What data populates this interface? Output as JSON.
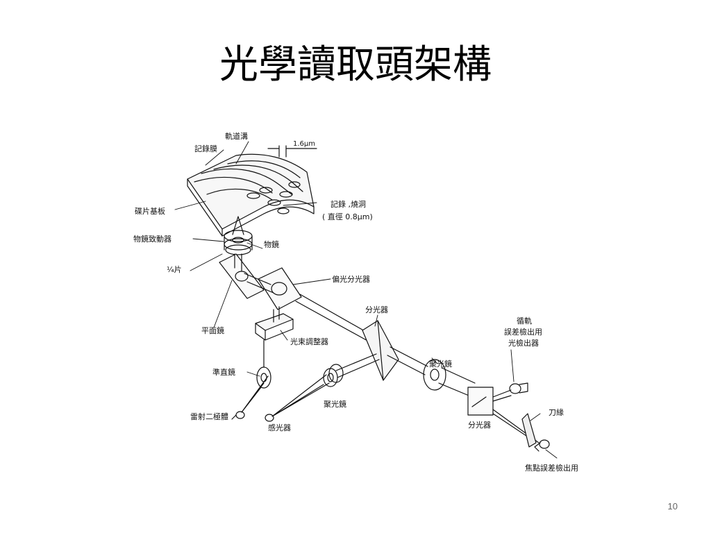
{
  "slide": {
    "title": "光學讀取頭架構",
    "page_number": "10"
  },
  "diagram": {
    "labels": {
      "recording_layer": "記錄膜",
      "track_groove": "軌道溝",
      "track_pitch": "1.6μm",
      "disc_substrate": "碟片基板",
      "pit": "記錄 ,燒洞",
      "pit_diameter": "( 直徑 0.8μm)",
      "objective_actuator": "物鏡致動器",
      "objective_lens": "物鏡",
      "quarter_wave_plate": "¼片",
      "polarizing_beam_splitter": "偏光分光器",
      "flat_mirror": "平面鏡",
      "beam_splitter": "分光器",
      "beam_shaper": "光束調整器",
      "collimator_lens": "準直鏡",
      "condenser_lens_right": "聚光鏡",
      "tracking_line1": "循軌",
      "tracking_line2": "誤差檢出用",
      "tracking_line3": "光檢出器",
      "laser_diode": "雷射二極體",
      "condenser_lens_mid": "聚光鏡",
      "photodetector": "感光器",
      "splitter_box": "分光器",
      "knife_edge": "刀緣",
      "focus_error_detector": "焦點誤差檢出用"
    }
  }
}
